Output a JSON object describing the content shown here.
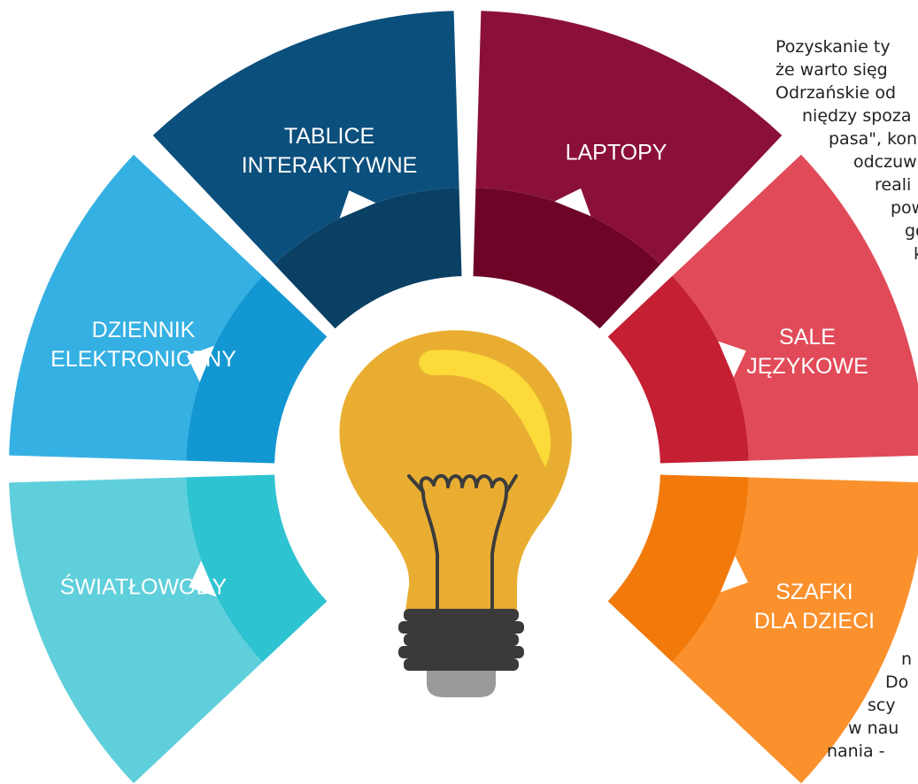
{
  "segments": [
    {
      "id": "laptopy",
      "label": "LAPTOPY",
      "color": "#8B1038",
      "tab_color": "#6E0527"
    },
    {
      "id": "sale",
      "label": "SALE\nJĘZYKOWE",
      "color": "#E14A58",
      "tab_color": "#C51F33"
    },
    {
      "id": "szafki",
      "label": "SZAFKI\nDLA DZIECI",
      "color": "#FB912D",
      "tab_color": "#F27A0A"
    },
    {
      "id": "swiatlowody",
      "label": "ŚWIATŁOWODY",
      "color": "#5FCFDB",
      "tab_color": "#2EC3D0"
    },
    {
      "id": "dziennik",
      "label": "DZIENNIK\nELEKTRONICZNY",
      "color": "#35B0E3",
      "tab_color": "#1297D2"
    },
    {
      "id": "tablice",
      "label": "TABLICE\nINTERAKTYWNE",
      "color": "#0B4F7D",
      "tab_color": "#094064"
    }
  ],
  "side_text": {
    "top_lines": [
      "Pozyskanie ty",
      "że warto sięg",
      "Odrzańskie od",
      "niędzy spoza",
      "pasa\", kon",
      "odczuw",
      "reali",
      "pow",
      "go",
      "k"
    ],
    "bottom_lines": [
      "n",
      "Do",
      "scy",
      "w nau",
      "nania -"
    ]
  },
  "colors": {
    "bulb_glass": "#E9AE31",
    "bulb_highlight": "#FBDA3A",
    "bulb_base": "#3A3A3A",
    "bulb_base_tip": "#9A9A9A",
    "filament": "#3C3C3C"
  }
}
